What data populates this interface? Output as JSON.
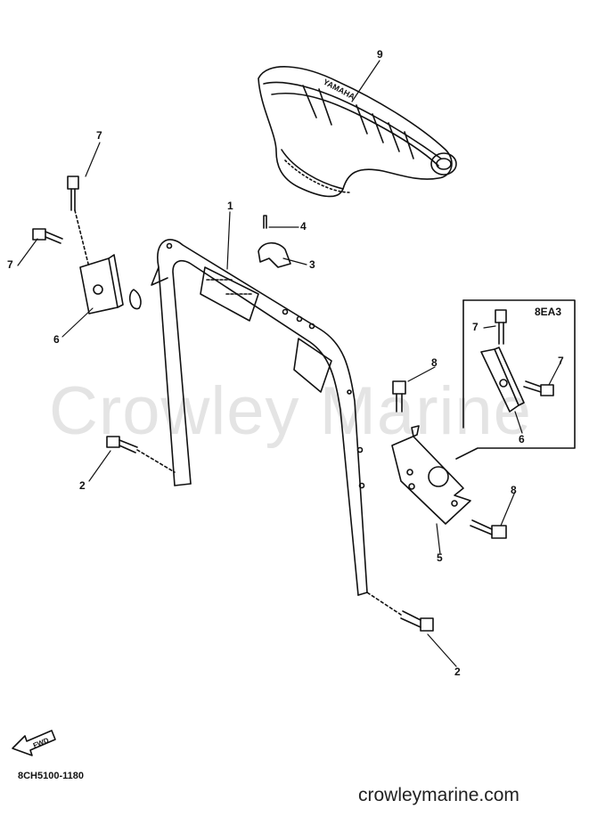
{
  "watermark": "Crowley Marine",
  "drawing_number": "8CH5100-1180",
  "website": "crowleymarine.com",
  "fwd_label": "FWD",
  "inset_label": "8EA3",
  "seat_brand": "YAMAHA",
  "callouts": {
    "c1": "1",
    "c2a": "2",
    "c2b": "2",
    "c3": "3",
    "c4": "4",
    "c5": "5",
    "c6a": "6",
    "c6b": "6",
    "c7a": "7",
    "c7b": "7",
    "c7c": "7",
    "c7d": "7",
    "c8a": "8",
    "c8b": "8",
    "c9": "9"
  }
}
